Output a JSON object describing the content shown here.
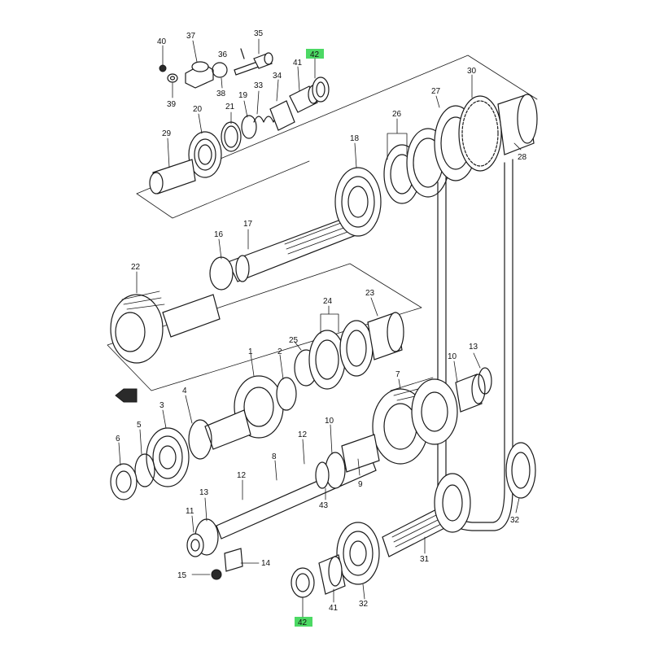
{
  "diagram": {
    "highlight_color": "#4cd964",
    "callouts": [
      {
        "id": "c40",
        "text": "40"
      },
      {
        "id": "c37",
        "text": "37"
      },
      {
        "id": "c35",
        "text": "35"
      },
      {
        "id": "c36",
        "text": "36"
      },
      {
        "id": "c42top",
        "text": "42",
        "highlighted": true
      },
      {
        "id": "c41top",
        "text": "41"
      },
      {
        "id": "c39",
        "text": "39"
      },
      {
        "id": "c38",
        "text": "38"
      },
      {
        "id": "c34",
        "text": "34"
      },
      {
        "id": "c33",
        "text": "33"
      },
      {
        "id": "c19",
        "text": "19"
      },
      {
        "id": "c21",
        "text": "21"
      },
      {
        "id": "c20",
        "text": "20"
      },
      {
        "id": "c29",
        "text": "29"
      },
      {
        "id": "c30",
        "text": "30"
      },
      {
        "id": "c27",
        "text": "27"
      },
      {
        "id": "c26",
        "text": "26"
      },
      {
        "id": "c28",
        "text": "28"
      },
      {
        "id": "c18",
        "text": "18"
      },
      {
        "id": "c17",
        "text": "17"
      },
      {
        "id": "c16",
        "text": "16"
      },
      {
        "id": "c22",
        "text": "22"
      },
      {
        "id": "c24",
        "text": "24"
      },
      {
        "id": "c23",
        "text": "23"
      },
      {
        "id": "c25",
        "text": "25"
      },
      {
        "id": "c1",
        "text": "1"
      },
      {
        "id": "c2",
        "text": "2"
      },
      {
        "id": "c10a",
        "text": "10"
      },
      {
        "id": "c13a",
        "text": "13"
      },
      {
        "id": "c7",
        "text": "7"
      },
      {
        "id": "c4",
        "text": "4"
      },
      {
        "id": "c3",
        "text": "3"
      },
      {
        "id": "c5",
        "text": "5"
      },
      {
        "id": "c6",
        "text": "6"
      },
      {
        "id": "c12a",
        "text": "12"
      },
      {
        "id": "c10b",
        "text": "10"
      },
      {
        "id": "c8",
        "text": "8"
      },
      {
        "id": "c9",
        "text": "9"
      },
      {
        "id": "c12b",
        "text": "12"
      },
      {
        "id": "c43",
        "text": "43"
      },
      {
        "id": "c13b",
        "text": "13"
      },
      {
        "id": "c11",
        "text": "11"
      },
      {
        "id": "c32a",
        "text": "32"
      },
      {
        "id": "c31",
        "text": "31"
      },
      {
        "id": "c14",
        "text": "14"
      },
      {
        "id": "c15",
        "text": "15"
      },
      {
        "id": "c41bot",
        "text": "41"
      },
      {
        "id": "c32b",
        "text": "32"
      },
      {
        "id": "c42bot",
        "text": "42",
        "highlighted": true
      }
    ]
  }
}
